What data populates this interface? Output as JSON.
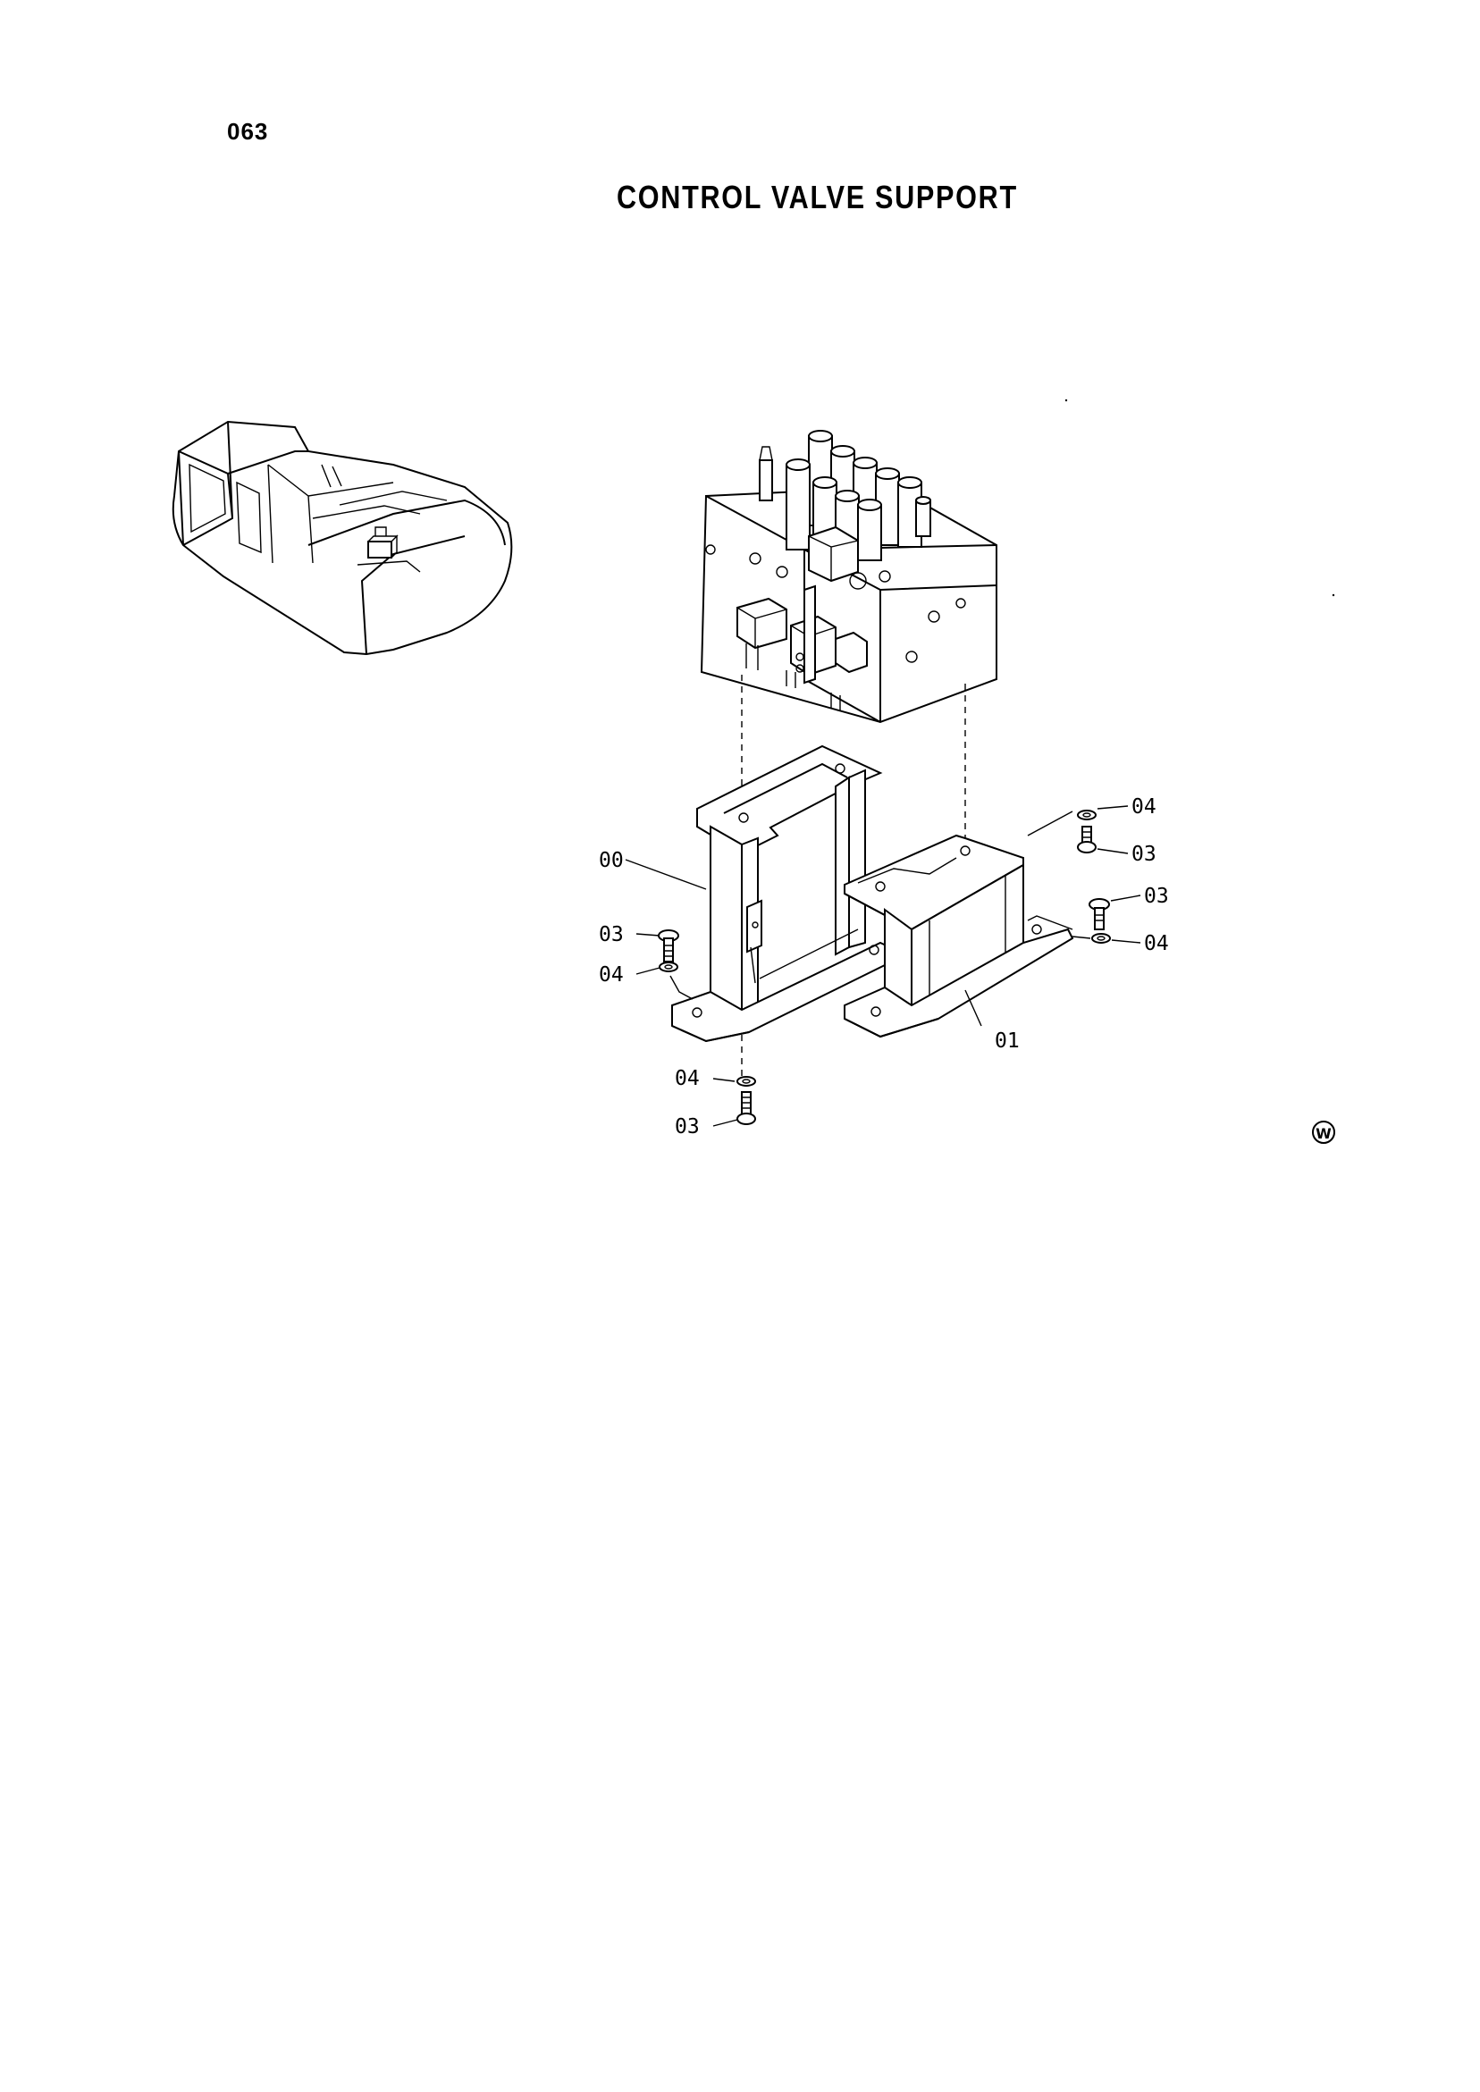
{
  "header": {
    "page_number": "063",
    "title": "CONTROL VALVE SUPPORT"
  },
  "callouts": {
    "c00": "00",
    "c01": "01",
    "c03a": "03",
    "c04a": "04",
    "c04b": "04",
    "c03b": "03",
    "c04c": "04",
    "c03c": "03",
    "c03d": "03",
    "c04d": "04"
  },
  "mark": {
    "symbol": "W"
  }
}
